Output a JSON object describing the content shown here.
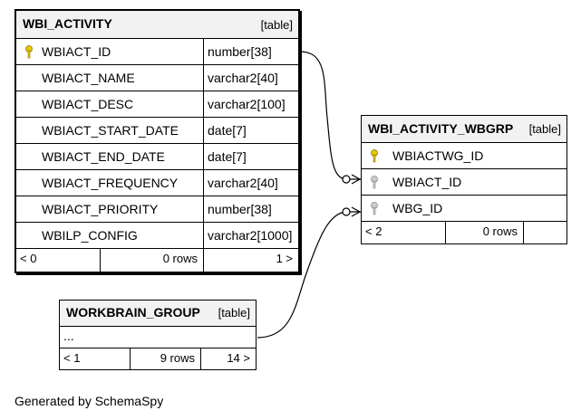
{
  "tables": {
    "wbi_activity": {
      "name": "WBI_ACTIVITY",
      "kind": "[table]",
      "columns": [
        {
          "name": "WBIACT_ID",
          "type": "number[38]",
          "key": "primary"
        },
        {
          "name": "WBIACT_NAME",
          "type": "varchar2[40]",
          "key": "none"
        },
        {
          "name": "WBIACT_DESC",
          "type": "varchar2[100]",
          "key": "none"
        },
        {
          "name": "WBIACT_START_DATE",
          "type": "date[7]",
          "key": "none"
        },
        {
          "name": "WBIACT_END_DATE",
          "type": "date[7]",
          "key": "none"
        },
        {
          "name": "WBIACT_FREQUENCY",
          "type": "varchar2[40]",
          "key": "none"
        },
        {
          "name": "WBIACT_PRIORITY",
          "type": "number[38]",
          "key": "none"
        },
        {
          "name": "WBILP_CONFIG",
          "type": "varchar2[1000]",
          "key": "none"
        }
      ],
      "footer": {
        "parents": "< 0",
        "rows": "0 rows",
        "children": "1 >"
      }
    },
    "wbi_activity_wbgrp": {
      "name": "WBI_ACTIVITY_WBGRP",
      "kind": "[table]",
      "columns": [
        {
          "name": "WBIACTWG_ID",
          "key": "primary"
        },
        {
          "name": "WBIACT_ID",
          "key": "foreign"
        },
        {
          "name": "WBG_ID",
          "key": "foreign"
        }
      ],
      "footer": {
        "parents": "< 2",
        "rows": "0 rows",
        "children": ""
      }
    },
    "workbrain_group": {
      "name": "WORKBRAIN_GROUP",
      "kind": "[table]",
      "columns_placeholder": "...",
      "footer": {
        "parents": "< 1",
        "rows": "9 rows",
        "children": "14 >"
      }
    }
  },
  "colors": {
    "primary_key": "#e6c800",
    "foreign_key": "#aaaaaa",
    "header_bg": "#f2f2f2"
  },
  "footer_text": "Generated by SchemaSpy"
}
